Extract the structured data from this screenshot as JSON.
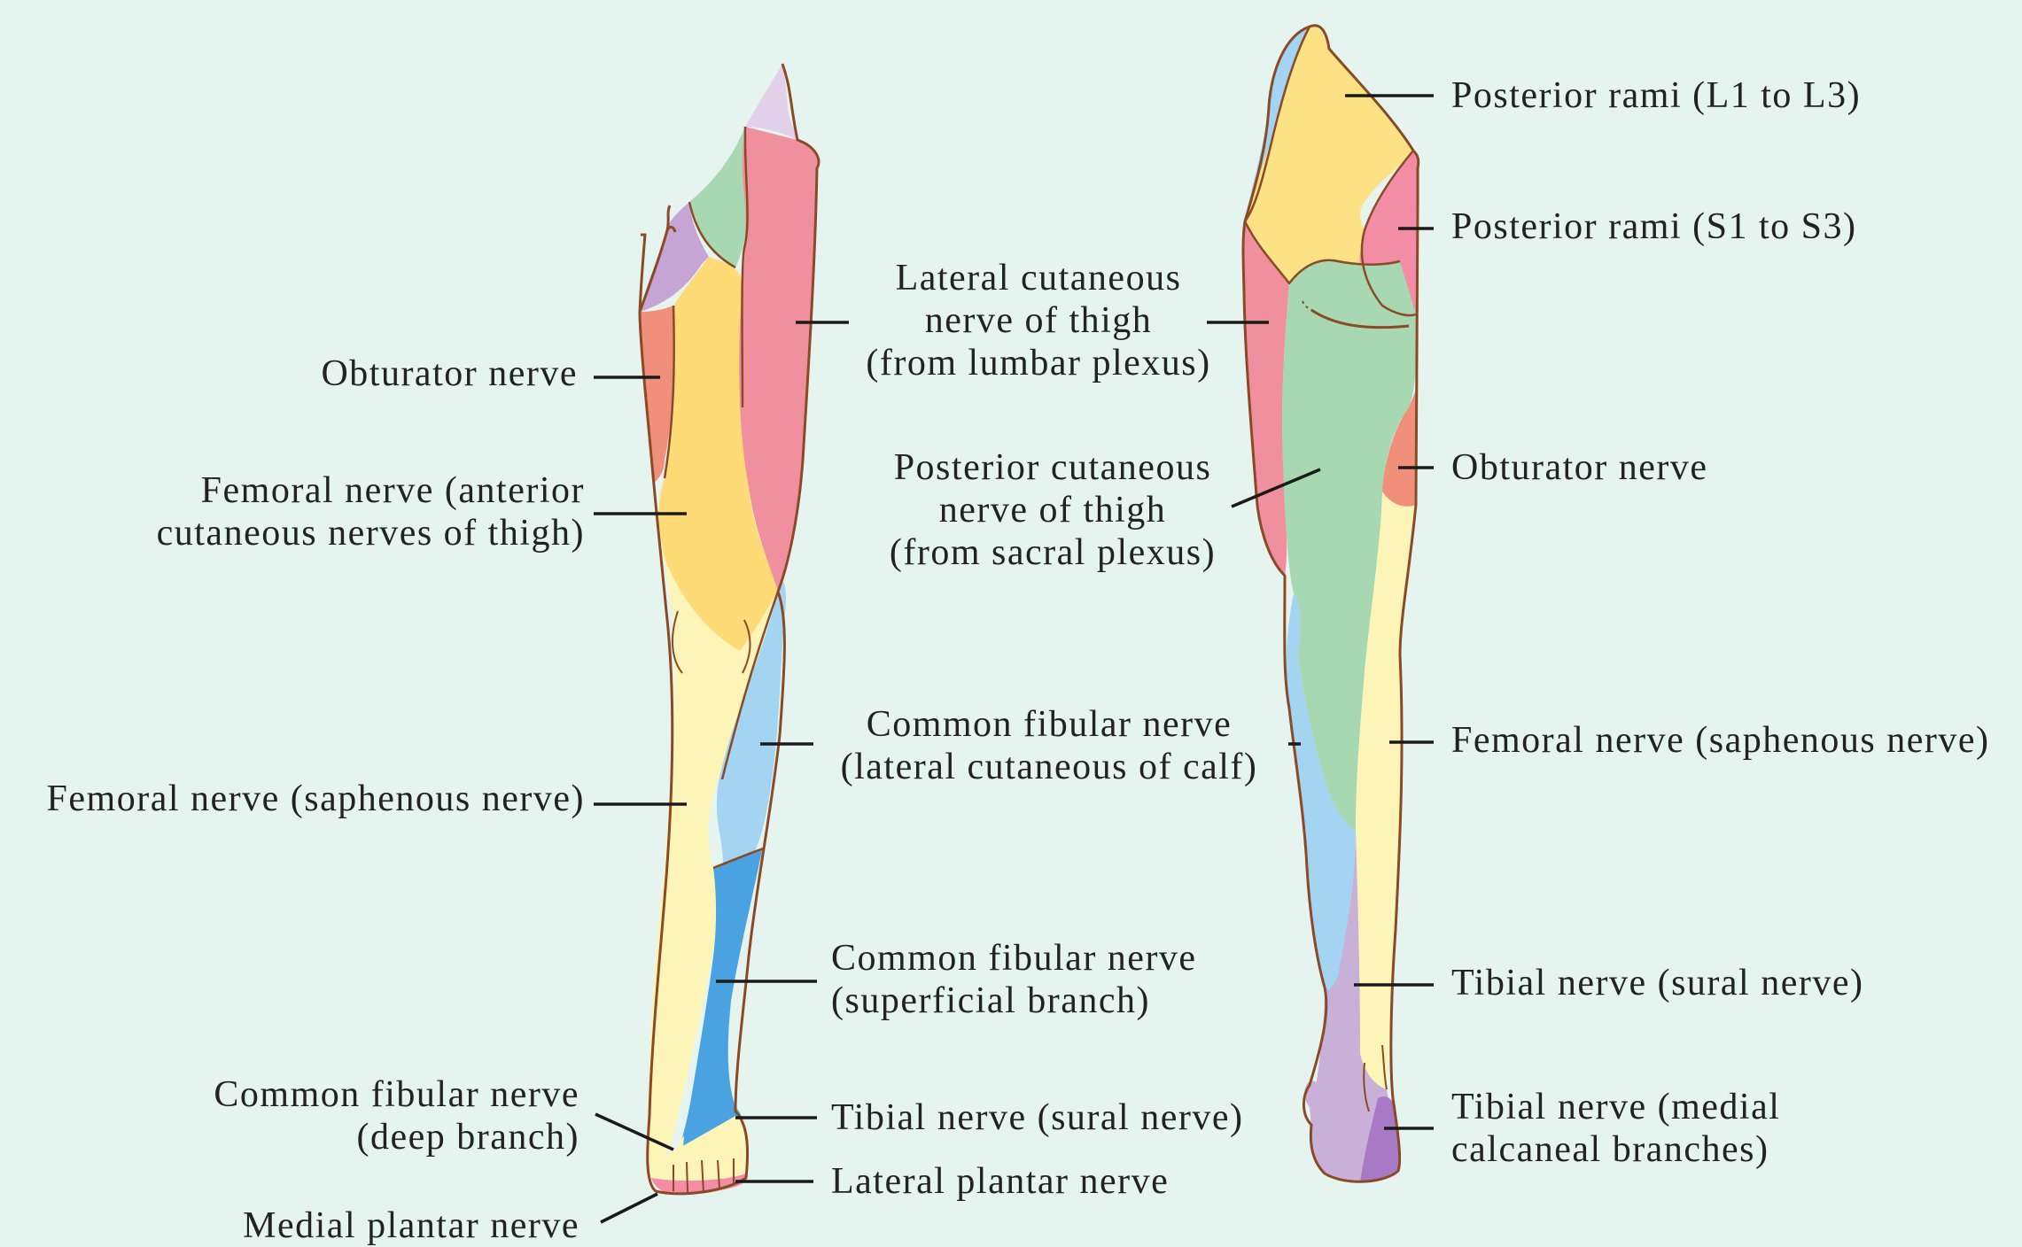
{
  "colors": {
    "background": "#e6f4ef",
    "outline": "#8a4a26",
    "obturator": "#f0907a",
    "femoral_anterior": "#fedb76",
    "saphenous": "#fdf5b8",
    "lateral_cutaneous_thigh": "#f0909f",
    "common_fibular_lateral_calf": "#a3d4f2",
    "common_fibular_superficial": "#4aa3e0",
    "posterior_rami_L1_L3": "#fde285",
    "posterior_rami_S1_S3": "#f38ca5",
    "posterior_cutaneous_thigh": "#a8d8b2",
    "tibial_sural": "#c9b0d8",
    "tibial_medial_calcaneal": "#a879c4",
    "genitofemoral": "#e3d0ea",
    "ilioinguinal": "#a8d8b2",
    "subcostal": "#c6a5d4"
  },
  "anterior_labels": {
    "obturator": [
      "Obturator nerve"
    ],
    "femoral_anterior": [
      "Femoral nerve (anterior",
      "cutaneous nerves of thigh)"
    ],
    "saphenous": [
      "Femoral nerve (saphenous nerve)"
    ],
    "deep_fibular": [
      "Common fibular nerve",
      "(deep branch)"
    ],
    "medial_plantar": [
      "Medial plantar nerve"
    ],
    "lateral_cutaneous_thigh": [
      "Lateral cutaneous",
      "nerve of thigh",
      "(from lumbar plexus)"
    ],
    "common_fibular_calf": [
      "Common fibular nerve",
      "(lateral cutaneous of calf)"
    ],
    "superficial_fibular": [
      "Common fibular nerve",
      "(superficial branch)"
    ],
    "tibial_sural": [
      "Tibial nerve (sural nerve)"
    ],
    "lateral_plantar": [
      "Lateral plantar nerve"
    ]
  },
  "posterior_labels": {
    "posterior_cutaneous_thigh": [
      "Posterior cutaneous",
      "nerve of thigh",
      "(from sacral plexus)"
    ],
    "posterior_rami_L": [
      "Posterior rami (L1 to L3)"
    ],
    "posterior_rami_S": [
      "Posterior rami (S1 to S3)"
    ],
    "obturator": [
      "Obturator nerve"
    ],
    "saphenous": [
      "Femoral nerve (saphenous nerve)"
    ],
    "tibial_sural": [
      "Tibial nerve (sural nerve)"
    ],
    "medial_calcaneal": [
      "Tibial nerve (medial",
      "calcaneal branches)"
    ]
  }
}
